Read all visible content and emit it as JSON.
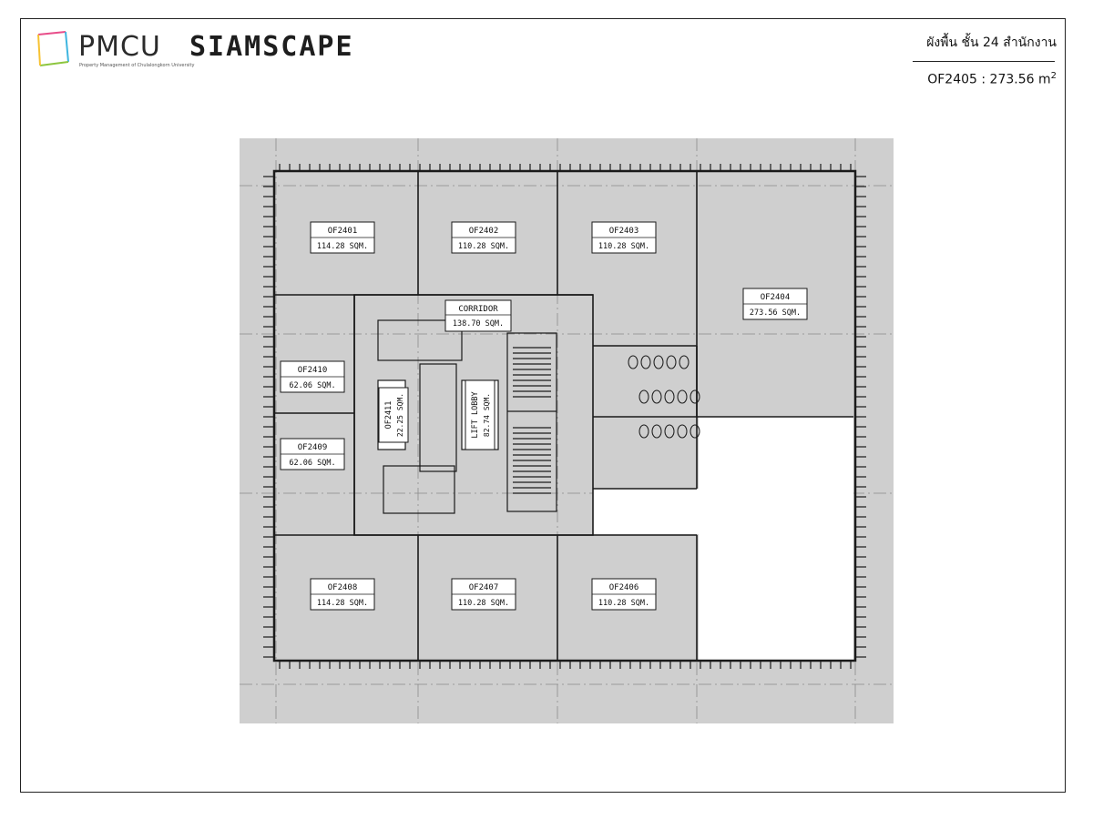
{
  "header": {
    "brand": "PMCU",
    "brand_sub": "Property Management of Chulalongkorn University",
    "partner": "SIAMSCAPE",
    "plan_title": "ผังพื้น ชั้น 24 สำนักงาน",
    "unit_code": "OF2405 : 273.56 m",
    "unit_sup": "2"
  },
  "plan": {
    "rooms": [
      {
        "code": "OF2401",
        "area": "114.28 SQM."
      },
      {
        "code": "OF2402",
        "area": "110.28 SQM."
      },
      {
        "code": "OF2403",
        "area": "110.28 SQM."
      },
      {
        "code": "OF2404",
        "area": "273.56 SQM."
      },
      {
        "code": "OF2410",
        "area": "62.06 SQM."
      },
      {
        "code": "OF2409",
        "area": "62.06 SQM."
      },
      {
        "code": "OF2408",
        "area": "114.28 SQM."
      },
      {
        "code": "OF2407",
        "area": "110.28 SQM."
      },
      {
        "code": "OF2406",
        "area": "110.28 SQM."
      }
    ],
    "corridor": {
      "code": "CORRIDOR",
      "area": "138.70 SQM."
    },
    "of2411": {
      "code": "OF2411",
      "area": "22.25 SQM."
    },
    "lobby": {
      "code": "LIFT LOBBY",
      "area": "82.74 SQM."
    }
  },
  "colors": {
    "frame": "#222222",
    "plan_bg": "#cfcfcf",
    "highlight": "#ffffff",
    "line": "#1a1a1a"
  }
}
